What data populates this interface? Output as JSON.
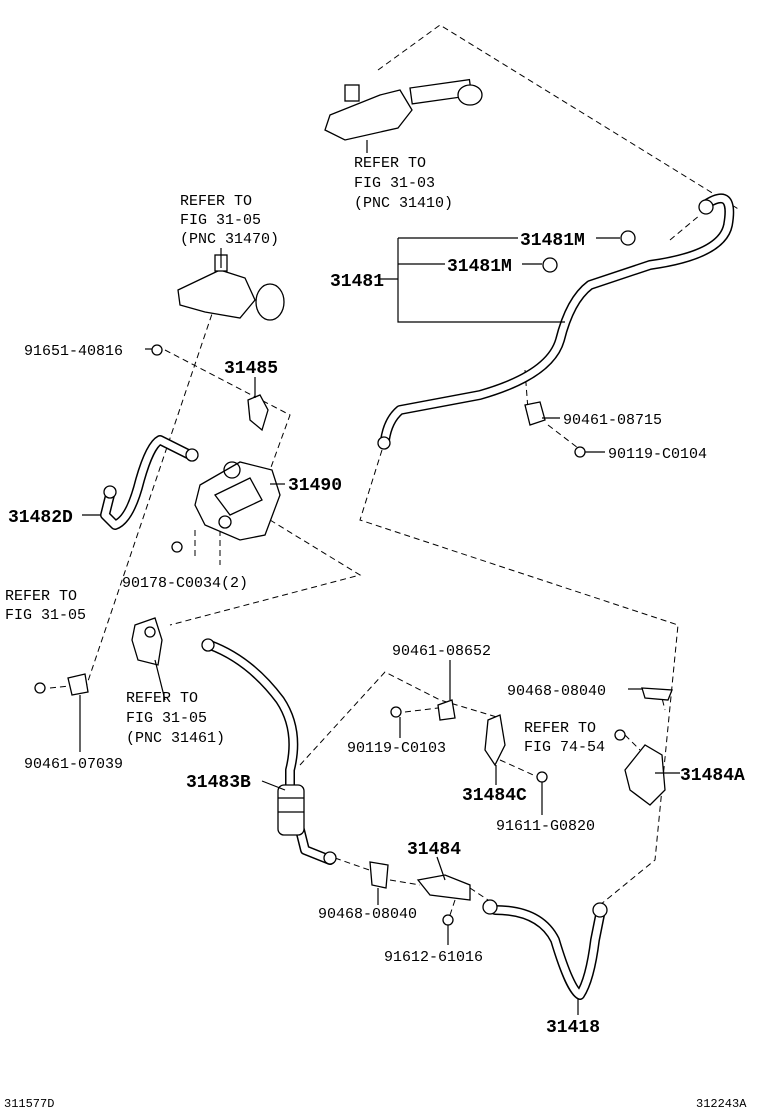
{
  "diagram": {
    "codes": {
      "left": "311577D",
      "right": "312243A"
    },
    "refs": {
      "fig_31_03": {
        "line1": "REFER TO",
        "line2": "FIG 31-03",
        "line3": "(PNC 31410)"
      },
      "fig_31_05_top": {
        "line1": "REFER TO",
        "line2": "FIG 31-05",
        "line3": "(PNC 31470)"
      },
      "fig_31_05_left": {
        "line1": "REFER TO",
        "line2": "FIG 31-05"
      },
      "fig_31_05_mid": {
        "line1": "REFER TO",
        "line2": "FIG 31-05",
        "line3": "(PNC 31461)"
      },
      "fig_74_54": {
        "line1": "REFER TO",
        "line2": "FIG 74-54"
      }
    },
    "parts": {
      "p31481M_a": "31481M",
      "p31481M_b": "31481M",
      "p31481": "31481",
      "p91651": "91651-40816",
      "p31485": "31485",
      "p90461_08715": "90461-08715",
      "p90119_C0104": "90119-C0104",
      "p31490": "31490",
      "p31482D": "31482D",
      "p90178": "90178-C0034(2)",
      "p90461_08652": "90461-08652",
      "p90468_08040_a": "90468-08040",
      "p90461_07039": "90461-07039",
      "p90119_C0103": "90119-C0103",
      "p31484A": "31484A",
      "p31483B": "31483B",
      "p31484C": "31484C",
      "p91611": "91611-G0820",
      "p31484": "31484",
      "p90468_08040_b": "90468-08040",
      "p91612": "91612-61016",
      "p31418": "31418"
    }
  }
}
